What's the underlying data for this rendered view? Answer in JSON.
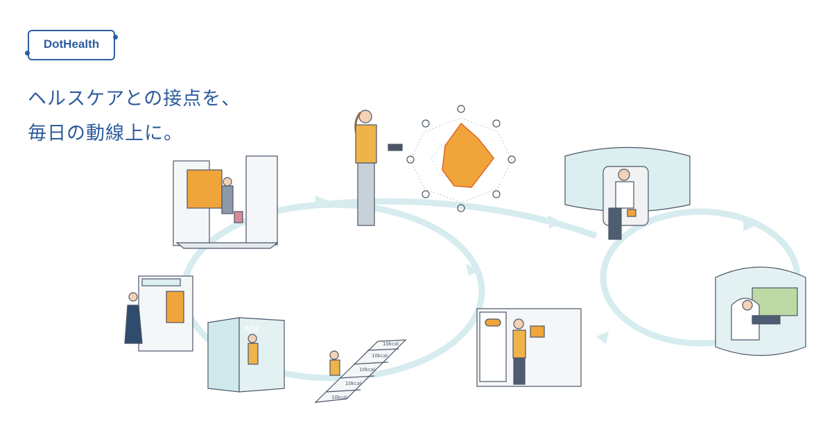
{
  "brand": {
    "logo_text": "DotHealth",
    "color": "#2b5e9e"
  },
  "headline": {
    "line1": "ヘルスケアとの接点を、",
    "line2": "毎日の動線上に。"
  },
  "illustration": {
    "accent_orange": "#f0a53a",
    "loop_color": "#d6ecee",
    "line_color": "#4a5567",
    "signs": {
      "age_panel": "AGE",
      "stairs": [
        "10kcal",
        "10kcal",
        "10kcal",
        "10kcal",
        "10kcal"
      ]
    }
  }
}
